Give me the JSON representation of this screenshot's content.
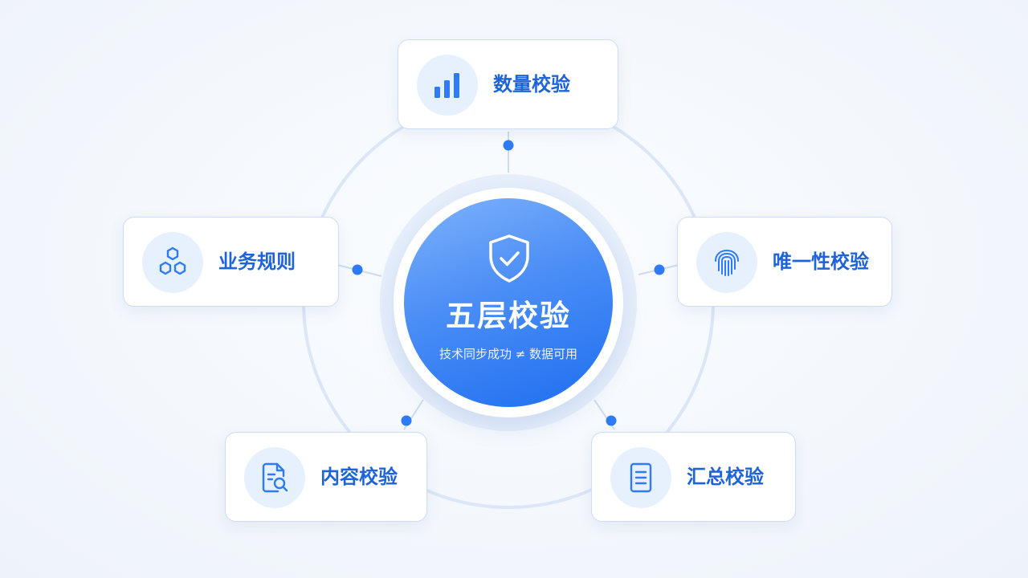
{
  "center": {
    "title": "五层校验",
    "subtitle": "技术同步成功 ≠ 数据可用",
    "icon": "shield-check-icon"
  },
  "nodes": [
    {
      "label": "数量校验",
      "icon": "bar-chart-icon"
    },
    {
      "label": "唯一性校验",
      "icon": "fingerprint-icon"
    },
    {
      "label": "汇总校验",
      "icon": "document-list-icon"
    },
    {
      "label": "内容校验",
      "icon": "document-search-icon"
    },
    {
      "label": "业务规则",
      "icon": "hexagons-icon"
    }
  ],
  "colors": {
    "accent": "#2f7bf5",
    "label": "#1f63d8",
    "ring": "#dbe6f7",
    "node_border": "#cfdcf3",
    "icon_bg": "#e7f0fd"
  }
}
